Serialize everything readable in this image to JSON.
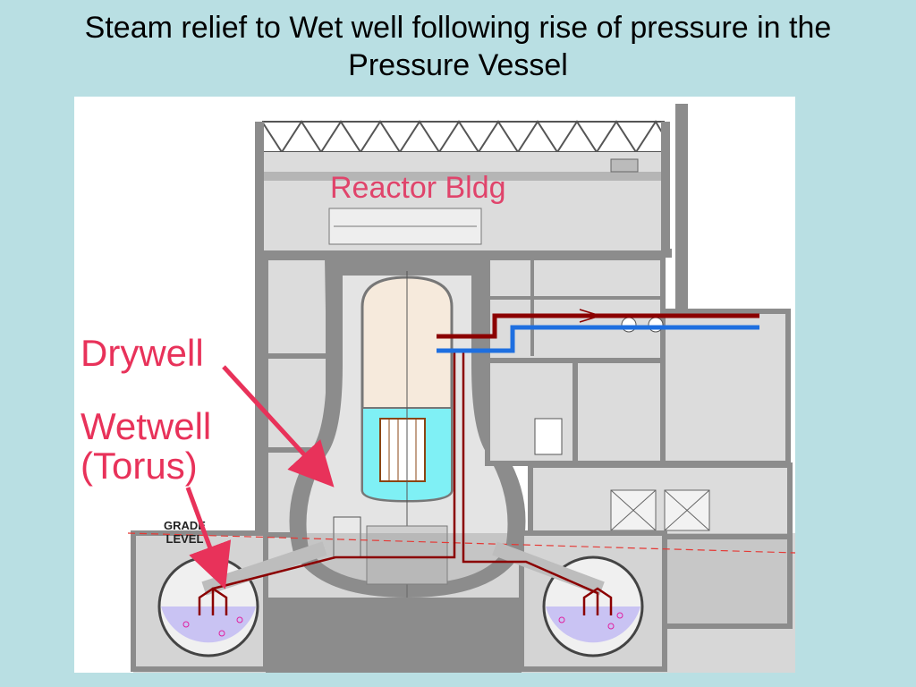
{
  "slide": {
    "title_line1": "Steam relief to Wet well following rise of pressure in the",
    "title_line2": "Pressure Vessel"
  },
  "diagram": {
    "building_label": "Reactor Bldg",
    "grade_line1": "GRADE",
    "grade_line2": "LEVEL",
    "callouts": {
      "drywell": "Drywell",
      "wetwell_line1": "Wetwell",
      "wetwell_line2": "(Torus)"
    },
    "colors": {
      "concrete": "#8c8c8c",
      "interior": "#dcdcdc",
      "label_pink": "#e0446b",
      "steam_pipe": "#8b0000",
      "water_pipe": "#1e6fe0",
      "water": "#7ff0f5",
      "torus_water": "#c9c3f3"
    }
  }
}
